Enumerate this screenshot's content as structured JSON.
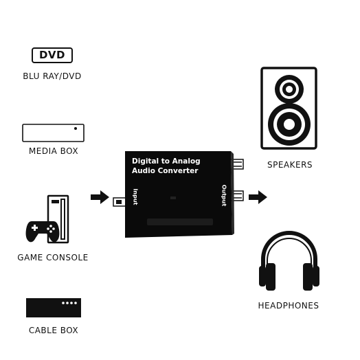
{
  "sources": {
    "dvd_logo": "DVD",
    "blu_ray_label": "BLU RAY/DVD",
    "media_box_label": "MEDIA BOX",
    "game_console_label": "GAME CONSOLE",
    "cable_box_label": "CABLE BOX"
  },
  "converter": {
    "title_line1": "Digital  to Analog",
    "title_line2": "Audio Converter",
    "input_label": "Input",
    "output_label": "Output"
  },
  "outputs": {
    "speakers_label": "SPEAKERS",
    "headphones_label": "HEADPHONES"
  }
}
